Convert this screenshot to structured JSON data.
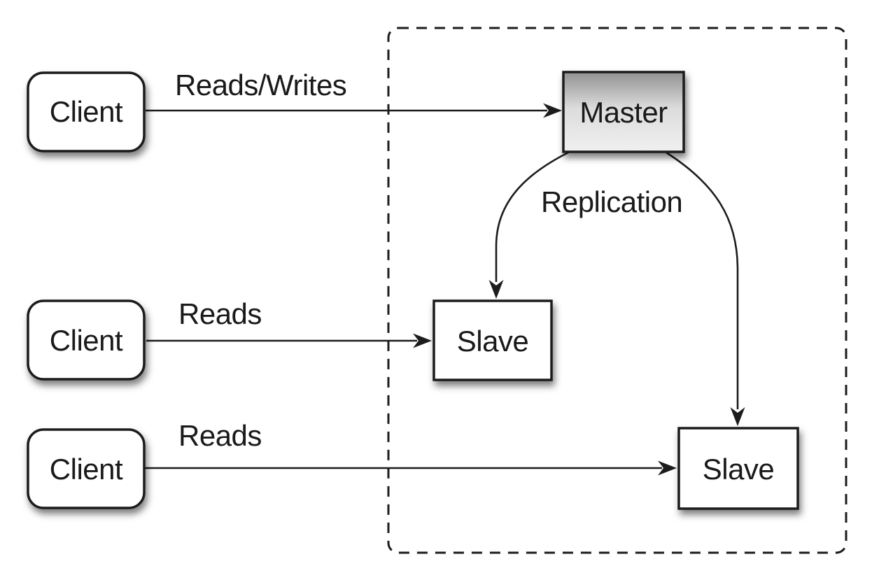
{
  "colors": {
    "background": "#ffffff",
    "stroke": "#1c1c1c",
    "text": "#1a1a1a",
    "node_fill": "#ffffff",
    "master_top": "#919191",
    "master_mid": "#dcdcdc",
    "master_bottom": "#f0f0f0"
  },
  "nodes": {
    "clients": [
      {
        "label": "Client"
      },
      {
        "label": "Client"
      },
      {
        "label": "Client"
      }
    ],
    "master": {
      "label": "Master"
    },
    "slaves": [
      {
        "label": "Slave"
      },
      {
        "label": "Slave"
      }
    ]
  },
  "edges": {
    "client1_master": {
      "label": "Reads/Writes"
    },
    "client2_slave1": {
      "label": "Reads"
    },
    "client3_slave2": {
      "label": "Reads"
    },
    "replication": {
      "label": "Replication"
    }
  }
}
